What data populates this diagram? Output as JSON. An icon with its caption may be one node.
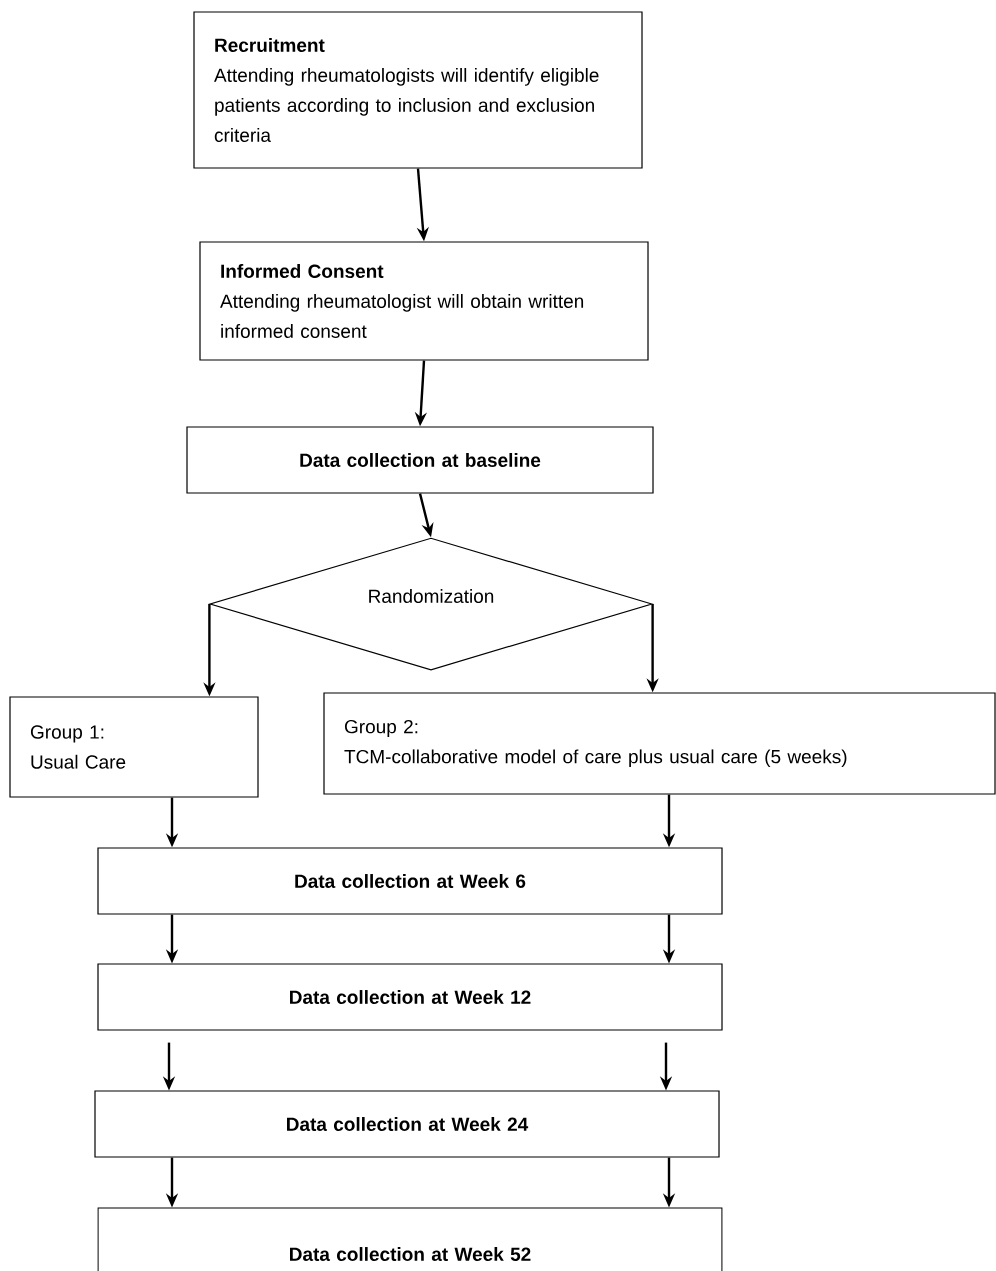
{
  "diagram": {
    "nodes": [
      {
        "text": [
          "Recruitment",
          "Attending rheumatologists will identify eligible patients according to inclusion and exclusion criteria"
        ]
      },
      {
        "text": [
          "Informed Consent",
          "Attending rheumatologist will obtain written informed consent"
        ]
      },
      {
        "text": [
          "Data collection at baseline"
        ]
      },
      {
        "text": [
          "Randomization"
        ]
      },
      {
        "text": [
          "Group 1:",
          "Usual Care"
        ]
      },
      {
        "text": [
          "Group 2:",
          "TCM-collaborative model of care plus usual care (5 weeks)"
        ]
      },
      {
        "text": [
          "Data collection at Week 6"
        ]
      },
      {
        "text": [
          "Data collection at Week 12"
        ]
      },
      {
        "text": [
          "Data collection at Week 24"
        ]
      },
      {
        "text": [
          "Data collection at Week 52"
        ]
      }
    ],
    "edges": [
      {
        "from": 0,
        "to": 1,
        "arrow": "to"
      },
      {
        "from": 1,
        "to": 2,
        "arrow": "to"
      },
      {
        "from": 2,
        "to": 3,
        "arrow": "to"
      },
      {
        "from": 3,
        "to": 4,
        "arrow": "to"
      },
      {
        "from": 3,
        "to": 5,
        "arrow": "to"
      },
      {
        "from": 4,
        "to": 6,
        "arrow": "to"
      },
      {
        "from": 5,
        "to": 6,
        "arrow": "to"
      },
      {
        "from": 6,
        "to": 7,
        "arrow": "to"
      },
      {
        "from": 6,
        "to": 7,
        "arrow": "to"
      },
      {
        "from": 7,
        "to": 8,
        "arrow": "to"
      },
      {
        "from": 7,
        "to": 8,
        "arrow": "to"
      },
      {
        "from": 8,
        "to": 9,
        "arrow": "to"
      },
      {
        "from": 8,
        "to": 9,
        "arrow": "to"
      }
    ]
  }
}
